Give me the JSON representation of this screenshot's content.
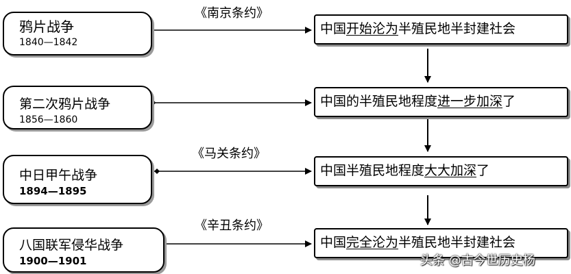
{
  "wars": [
    {
      "name": "鸦片战争",
      "years": "1840—1842"
    },
    {
      "name": "第二次鸦片战争",
      "years": "1856—1860"
    },
    {
      "name": "中日甲午战争",
      "years": "1894—1895"
    },
    {
      "name": "八国联军侵华战争",
      "years": "1900—1901"
    }
  ],
  "treaties": {
    "nanjing": "《南京条约》",
    "shimonoseki": "《马关条约》",
    "xinchou": "《辛丑条约》"
  },
  "results": [
    {
      "pre": "中国",
      "emph": "开始沦为",
      "post": "半殖民地半封建社会"
    },
    {
      "pre": "中国的半殖民地程度",
      "emph": "进一步加深",
      "post": "了"
    },
    {
      "pre": "中国半殖民地程度",
      "emph": "大大加深",
      "post": "了"
    },
    {
      "pre": "中国",
      "emph": "完全沦为",
      "post": "半殖民地半封建社会"
    }
  ],
  "watermark": "头条 @古今世历史杨"
}
